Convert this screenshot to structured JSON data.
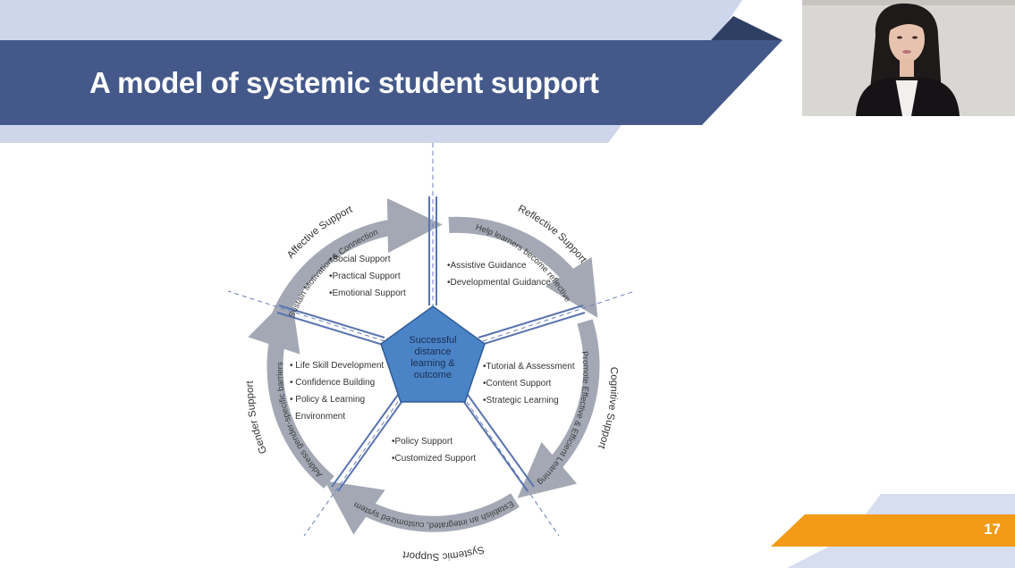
{
  "slide": {
    "title": "A model of systemic student support",
    "page_number": "17",
    "colors": {
      "banner": "#44598a",
      "accent_light": "#cdd6eb",
      "dark": "#2f3e63",
      "orange": "#f39a16",
      "center": "#4a84c7",
      "ring": "#a3a8b4"
    }
  },
  "diagram": {
    "center": [
      "Successful",
      "distance",
      "learning &",
      "outcome"
    ],
    "sectors": [
      {
        "label": "Affective Support",
        "arc_text": "Sustain Motivation & Connection",
        "items": [
          "•Social Support",
          "•Practical Support",
          "•Emotional Support"
        ]
      },
      {
        "label": "Reflective Support",
        "arc_text": "Help learners become reflective",
        "items": [
          "•Assistive Guidance",
          "•Developmental Guidance"
        ]
      },
      {
        "label": "Cognitive Support",
        "arc_text": "Promote Effective & Efficient Learning",
        "items": [
          "•Tutorial & Assessment",
          "•Content Support",
          "•Strategic Learning"
        ]
      },
      {
        "label": "Systemic Support",
        "arc_text": "Establish an integrated, customized system",
        "items": [
          "•Policy Support",
          "•Customized Support"
        ]
      },
      {
        "label": "Gender Support",
        "arc_text": "Address gender-specific barriers",
        "items": [
          "• Life Skill Development",
          "• Confidence Building",
          "• Policy & Learning",
          "Environment"
        ]
      }
    ]
  },
  "webcam": {
    "icon": "person-video-thumbnail"
  }
}
